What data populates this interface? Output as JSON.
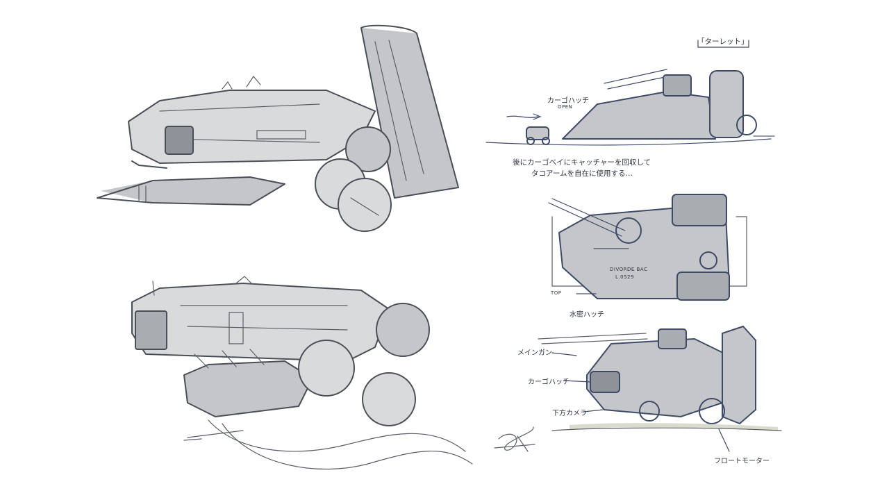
{
  "annotations": {
    "turret_title": "「ターレット」",
    "cargo_hatch_open_label": "カーゴハッチ",
    "cargo_hatch_open_state": "OPEN",
    "note_line1": "後にカーゴベイにキャッチャーを回収して",
    "note_line2": "タコアームを自在に使用する…",
    "view_top": "TOP",
    "bottom_hatch": "水密ハッチ",
    "main_gun": "メインガン",
    "cargo_hatch": "カーゴハッチ",
    "lower_camera": "下方カメラ",
    "float_motor": "フロートモーター",
    "hull_marking": "DIVORDE BAC",
    "hull_code": "L.0529"
  },
  "colors": {
    "ink": "#4a4e56",
    "blue_ink": "#3e4a66",
    "shade_light": "#d9dadc",
    "shade_mid": "#c4c6c9",
    "shade_dark": "#a9acb1",
    "ground_shadow": "#c9cdb8"
  }
}
